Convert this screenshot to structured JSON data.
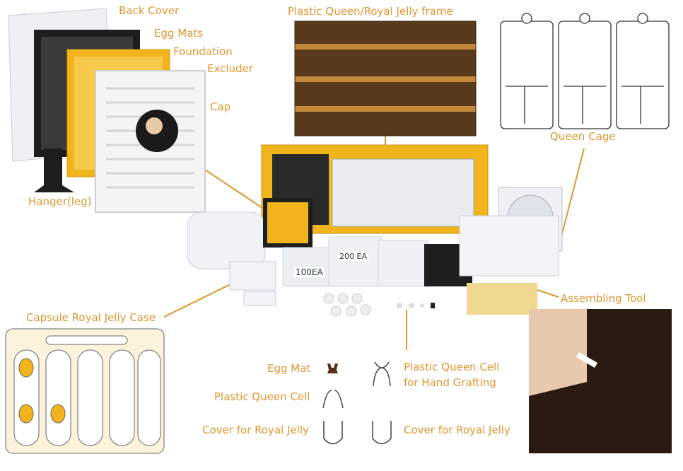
{
  "labels": {
    "back_cover": "Back Cover",
    "egg_mats": "Egg Mats",
    "foundation": "Foundation",
    "excluder": "Excluder",
    "cap": "Cap",
    "hanger": "Hanger(leg)",
    "frame": "Plastic Queen/Royal Jelly frame",
    "queen_cage": "Queen Cage",
    "assembling_tool": "Assembling Tool",
    "capsule_case": "Capsule Royal Jelly Case",
    "egg_mat": "Egg Mat",
    "plastic_queen_cell": "Plastic Queen Cell",
    "cover_royal_jelly_left": "Cover for Royal Jelly",
    "hand_grafting_line1": "Plastic Queen Cell",
    "hand_grafting_line2": "for Hand Grafting",
    "cover_royal_jelly_right": "Cover for Royal Jelly"
  },
  "photo_text": {
    "bag_100": "100EA",
    "bag_200": "200 EA"
  },
  "colors": {
    "label": "#E0962E",
    "frame_yellow": "#F2B41C",
    "egg_mat_black": "#1E1E1E",
    "case_bg": "#FBF3DB",
    "egg_mat_brown": "#5A2E1A"
  }
}
